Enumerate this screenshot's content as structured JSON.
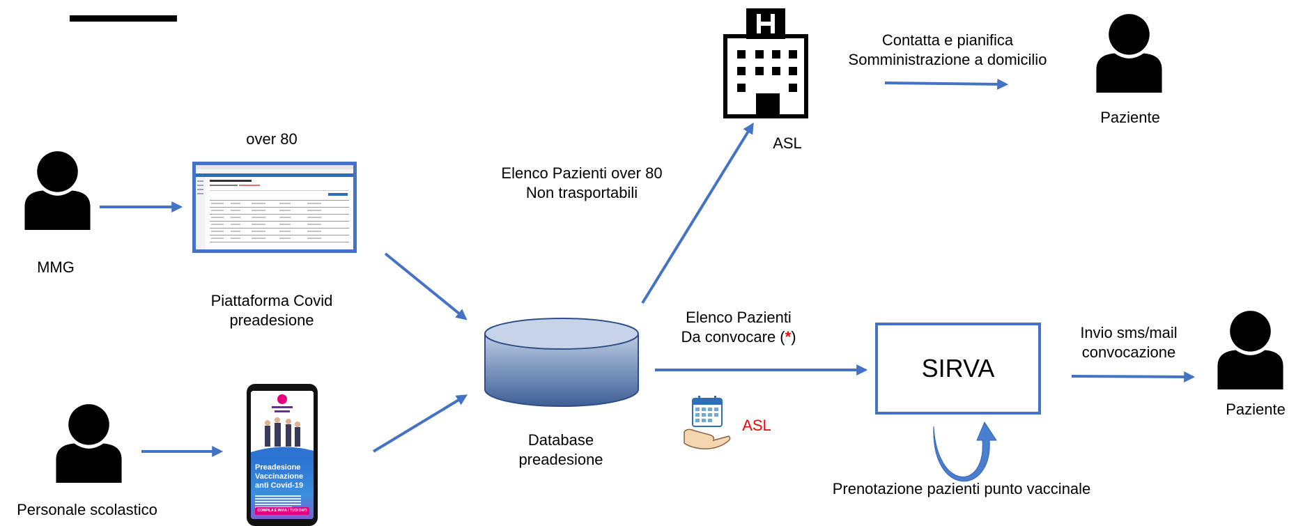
{
  "nodes": {
    "mmg": "MMG",
    "personale": "Personale scolastico",
    "over80": "over 80",
    "piattaforma_line1": "Piattaforma Covid",
    "piattaforma_line2": "preadesione",
    "database_line1": "Database",
    "database_line2": "preadesione",
    "asl_top": "ASL",
    "asl_calendar": "ASL",
    "sirva": "SIRVA",
    "paziente_top": "Paziente",
    "paziente_right": "Paziente"
  },
  "edges": {
    "elenco_over80_line1": "Elenco Pazienti over 80",
    "elenco_over80_line2": "Non trasportabili",
    "contatta_line1": "Contatta e pianifica",
    "contatta_line2": "Somministrazione a domicilio",
    "elenco_convocare_line1": "Elenco Pazienti",
    "elenco_convocare_line2_pre": "Da convocare (",
    "elenco_convocare_star": "*",
    "elenco_convocare_line2_post": ")",
    "invio_line1": "Invio sms/mail",
    "invio_line2": "convocazione",
    "prenotazione": "Prenotazione pazienti punto vaccinale"
  },
  "phone": {
    "title_line1": "Preadesione",
    "title_line2": "Vaccinazione",
    "title_line3": "anti Covid-19",
    "button": "COMPILA E INVIA I TUOI DATI"
  },
  "colors": {
    "arrow": "#4472c4",
    "star": "#ff0000",
    "asl_calendar": "#ff0000"
  }
}
